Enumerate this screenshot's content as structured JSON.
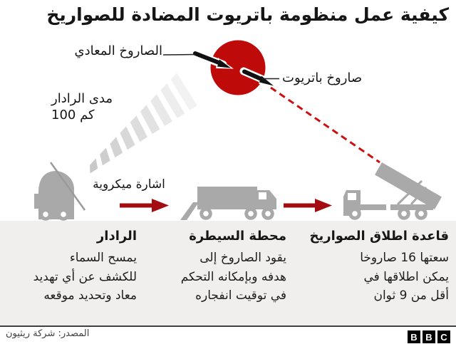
{
  "title": "كيفية عمل منظومة باتريوت المضادة للصواريخ",
  "labels": {
    "enemy_missile": "الصاروخ المعادي",
    "patriot_missile": "صاروخ باتريوت",
    "radar_range_line1": "مدى الرادار",
    "radar_range_line2": "100 كم",
    "microwave_signal": "اشارة ميكروية"
  },
  "columns": [
    {
      "id": "launcher-base",
      "title": "قاعدة اطلاق الصواريخ",
      "lines": [
        "سعتها 16 صاروخا",
        "يمكن اطلاقها في",
        "أقل من 9 ثوان"
      ]
    },
    {
      "id": "control-station",
      "title": "محطة السيطرة",
      "lines": [
        "يقود الصاروخ إلى",
        "هدفه وبإمكانه التحكم",
        "في توقيت انفجاره"
      ]
    },
    {
      "id": "radar",
      "title": "الرادار",
      "lines": [
        "يمسح السماء",
        "للكشف عن أي تهديد",
        "معاد وتحديد موقعه"
      ]
    }
  ],
  "footer": {
    "source": "المصدر: شركة ريثيون",
    "logo_letters": [
      "B",
      "B",
      "C"
    ]
  },
  "icons": {
    "interception-circle": "red circle with colliding missiles",
    "radar-truck-icon": "gray radar vehicle with antenna panel",
    "control-truck-icon": "gray box truck with ramp",
    "launcher-truck-icon": "gray truck with raised launch tube",
    "red-arrow-icon": "red right arrow",
    "radar-beam-icon": "striped gray microwave beam"
  },
  "colors": {
    "circle_red": "#bf0a0a",
    "arrow_red": "#a30c10",
    "dashed_red": "#cb1010",
    "vehicle_gray": "#a9a9a9",
    "panel_bg": "#f0efed",
    "text": "#161616"
  }
}
